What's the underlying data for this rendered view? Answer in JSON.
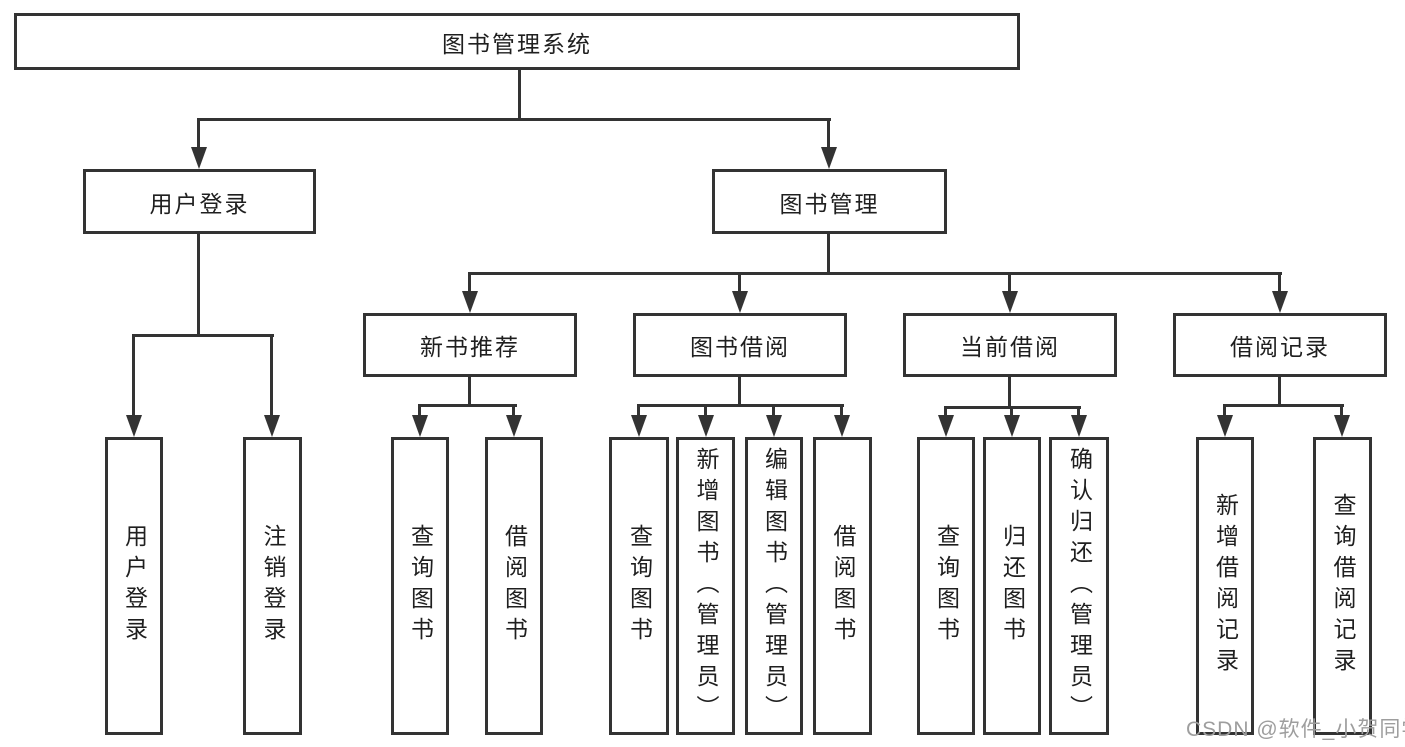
{
  "diagram": {
    "type": "hierarchy-tree",
    "colors": {
      "line": "#333333",
      "text": "#1f1f1f",
      "background": "#ffffff",
      "watermark": "#9e9e9e"
    }
  },
  "tree": {
    "label": "图书管理系统",
    "children": [
      {
        "label": "用户登录",
        "children": [
          {
            "label": "用户登录"
          },
          {
            "label": "注销登录"
          }
        ]
      },
      {
        "label": "图书管理",
        "children": [
          {
            "label": "新书推荐",
            "children": [
              {
                "label": "查询图书"
              },
              {
                "label": "借阅图书"
              }
            ]
          },
          {
            "label": "图书借阅",
            "children": [
              {
                "label": "查询图书"
              },
              {
                "label": "新增图书（管理员）"
              },
              {
                "label": "编辑图书（管理员）"
              },
              {
                "label": "借阅图书"
              }
            ]
          },
          {
            "label": "当前借阅",
            "children": [
              {
                "label": "查询图书"
              },
              {
                "label": "归还图书"
              },
              {
                "label": "确认归还（管理员）"
              }
            ]
          },
          {
            "label": "借阅记录",
            "children": [
              {
                "label": "新增借阅记录"
              },
              {
                "label": "查询借阅记录"
              }
            ]
          }
        ]
      }
    ]
  },
  "watermark": {
    "text": "CSDN @软件_小贺同学"
  }
}
